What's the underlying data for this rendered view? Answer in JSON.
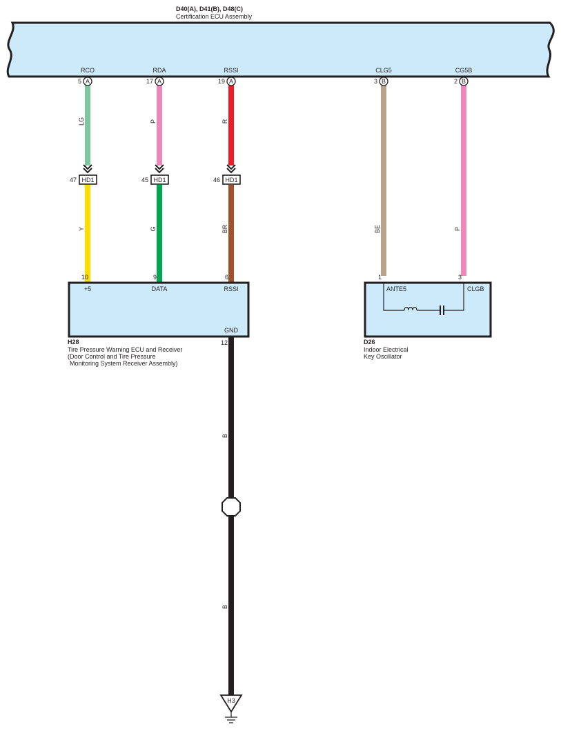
{
  "ecu": {
    "code": "D40(A), D41(B), D48(C)",
    "name": "Certification ECU Assembly"
  },
  "ecu_pins": [
    {
      "name": "RCO",
      "num": "5",
      "conn": "A"
    },
    {
      "name": "RDA",
      "num": "17",
      "conn": "A"
    },
    {
      "name": "RSSI",
      "num": "19",
      "conn": "A"
    },
    {
      "name": "CLG5",
      "num": "3",
      "conn": "B"
    },
    {
      "name": "CG5B",
      "num": "2",
      "conn": "B"
    }
  ],
  "wires_upper": [
    {
      "label": "LG",
      "color": "#7dc89e"
    },
    {
      "label": "P",
      "color": "#ef87bb"
    },
    {
      "label": "R",
      "color": "#ee1c25"
    }
  ],
  "junction": [
    {
      "num": "47",
      "label": "HD1"
    },
    {
      "num": "45",
      "label": "HD1"
    },
    {
      "num": "46",
      "label": "HD1"
    }
  ],
  "wires_lower": [
    {
      "label": "Y",
      "color": "#ffdd00"
    },
    {
      "label": "G",
      "color": "#00a651"
    },
    {
      "label": "BR",
      "color": "#a0522d"
    }
  ],
  "wires_right": [
    {
      "label": "BE",
      "color": "#b7a48b"
    },
    {
      "label": "P",
      "color": "#ef87bb"
    }
  ],
  "h28": {
    "code": "H28",
    "line1": "Tire Pressure Warning ECU and Receiver",
    "line2": "(Door Control and Tire Pressure",
    "line3": "Monitoring System Receiver Assembly)",
    "pins": [
      {
        "num": "10",
        "name": "+5"
      },
      {
        "num": "9",
        "name": "DATA"
      },
      {
        "num": "6",
        "name": "RSSI"
      }
    ],
    "gnd_name": "GND",
    "gnd_num": "12"
  },
  "d26": {
    "code": "D26",
    "line1": "Indoor Electrical",
    "line2": "Key Oscillator",
    "pin1_num": "1",
    "pin1_name": "ANTE5",
    "pin2_num": "3",
    "pin2_name": "CLGB"
  },
  "ground_wire": {
    "label1": "B",
    "label2": "B",
    "color": "#231f20"
  },
  "ground_point": "H3"
}
